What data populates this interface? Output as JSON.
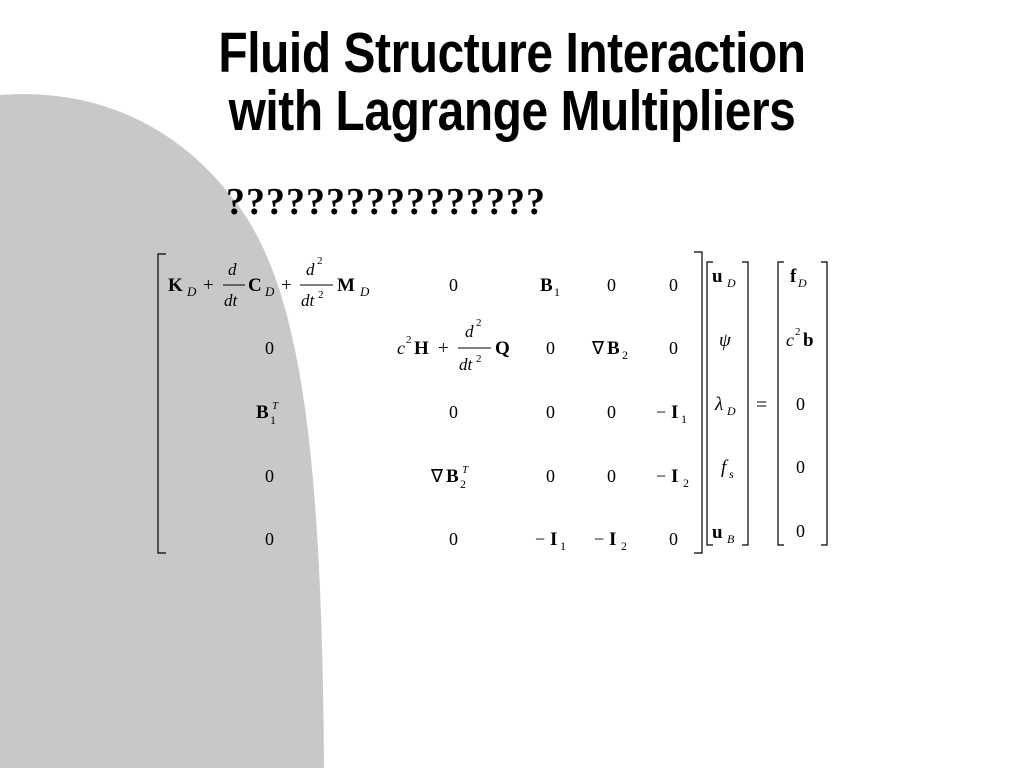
{
  "slide": {
    "title_line1": "Fluid Structure Interaction",
    "title_line2": "with Lagrange Multipliers",
    "subtitle": "????????????????",
    "background_color": "#ffffff",
    "shape_color": "#c8c8c8"
  },
  "equation": {
    "matrix": [
      [
        "K_D + d/dt C_D + d²/dt² M_D",
        "0",
        "B_1",
        "0",
        "0"
      ],
      [
        "0",
        "c²H + d²/dt² Q",
        "0",
        "∇B_2",
        "0"
      ],
      [
        "B_1^T",
        "0",
        "0",
        "0",
        "−I_1"
      ],
      [
        "0",
        "∇B_2^T",
        "0",
        "0",
        "−I_2"
      ],
      [
        "0",
        "0",
        "−I_1",
        "−I_2",
        "0"
      ]
    ],
    "unknowns": [
      "u_D",
      "ψ",
      "λ_D",
      "f_s",
      "u_B"
    ],
    "equals": "=",
    "rhs": [
      "f_D",
      "c²b",
      "0",
      "0",
      "0"
    ]
  }
}
